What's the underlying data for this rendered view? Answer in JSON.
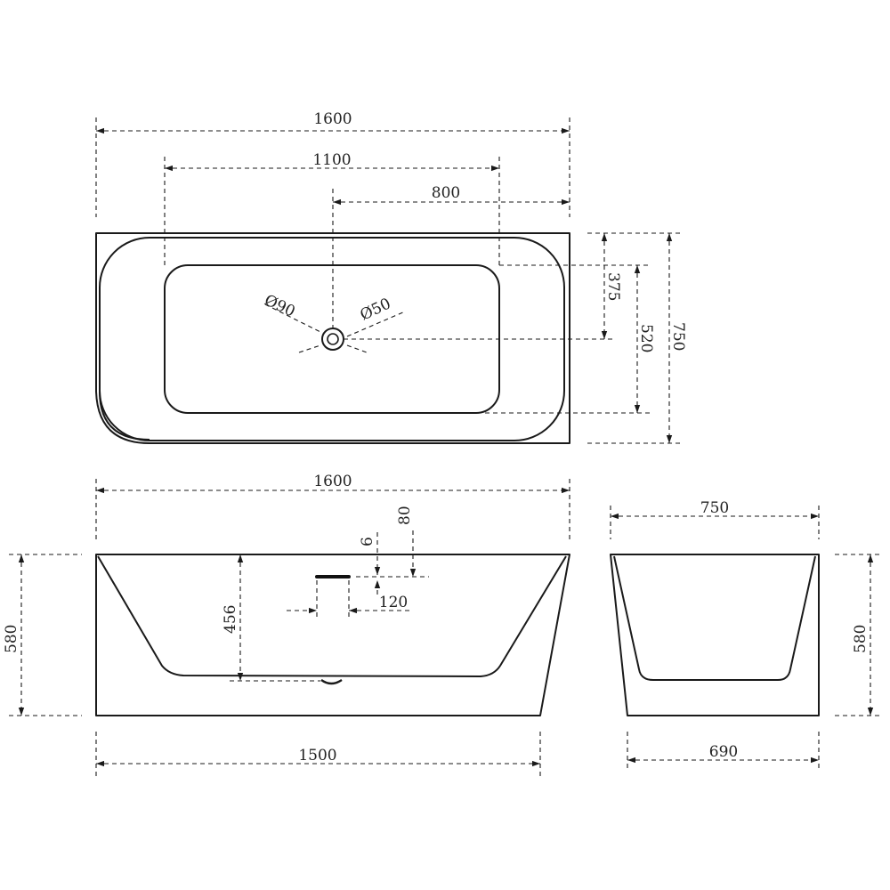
{
  "top_view": {
    "overall_length": "1600",
    "inner_length": "1100",
    "drain_offset": "800",
    "drain_to_inner_top": "375",
    "inner_width": "520",
    "overall_width": "750",
    "overflow_diameter": "Ø90",
    "drain_diameter": "Ø50"
  },
  "front_view": {
    "top_length": "1600",
    "base_length": "1500",
    "height": "580",
    "inner_depth": "456",
    "overflow_from_top": "80",
    "overflow_thickness": "6",
    "overflow_length": "120"
  },
  "side_view": {
    "top_width": "750",
    "base_width": "690",
    "height": "580"
  }
}
